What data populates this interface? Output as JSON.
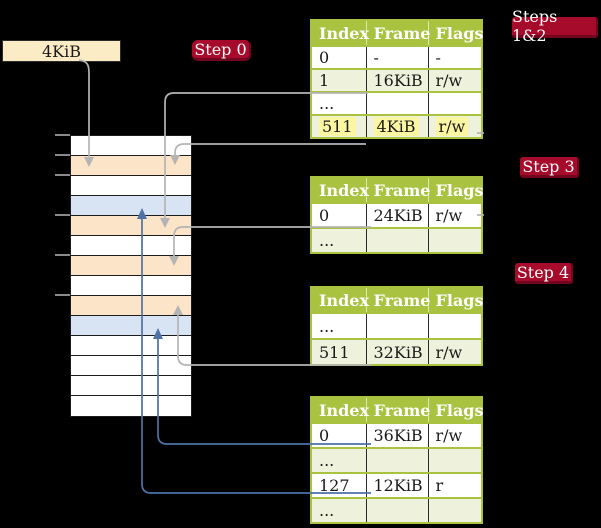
{
  "label_box": {
    "text": "4KiB"
  },
  "badges": {
    "step0": "Step 0",
    "steps12": "Steps 1&2",
    "step3": "Step 3",
    "step4": "Step 4"
  },
  "memory_stack": {
    "row_colors": [
      "white",
      "peach",
      "white",
      "blue",
      "peach",
      "white",
      "peach",
      "white",
      "peach",
      "blue",
      "white",
      "white",
      "white",
      "white"
    ],
    "tick_y": [
      135,
      155,
      175,
      215,
      255,
      295
    ]
  },
  "tables": [
    {
      "headers": [
        "Index",
        "Frame",
        "Flags"
      ],
      "rows": [
        {
          "cells": [
            "0",
            "-",
            "-"
          ],
          "highlight": false
        },
        {
          "cells": [
            "1",
            "16KiB",
            "r/w"
          ],
          "highlight": false
        },
        {
          "cells": [
            "...",
            "",
            ""
          ],
          "highlight": false
        },
        {
          "cells": [
            "511",
            "4KiB",
            "r/w"
          ],
          "highlight": true
        }
      ]
    },
    {
      "headers": [
        "Index",
        "Frame",
        "Flags"
      ],
      "rows": [
        {
          "cells": [
            "0",
            "24KiB",
            "r/w"
          ],
          "highlight": false
        },
        {
          "cells": [
            "...",
            "",
            ""
          ],
          "highlight": false
        }
      ]
    },
    {
      "headers": [
        "Index",
        "Frame",
        "Flags"
      ],
      "rows": [
        {
          "cells": [
            "...",
            "",
            ""
          ],
          "highlight": false
        },
        {
          "cells": [
            "511",
            "32KiB",
            "r/w"
          ],
          "highlight": false
        }
      ]
    },
    {
      "headers": [
        "Index",
        "Frame",
        "Flags"
      ],
      "rows": [
        {
          "cells": [
            "0",
            "36KiB",
            "r/w"
          ],
          "highlight": false
        },
        {
          "cells": [
            "...",
            "",
            ""
          ],
          "highlight": false
        },
        {
          "cells": [
            "127",
            "12KiB",
            "r"
          ],
          "highlight": false
        },
        {
          "cells": [
            "...",
            "",
            ""
          ],
          "highlight": false
        }
      ]
    }
  ],
  "connectors": [
    {
      "color": "gray",
      "from": "4KiB label box",
      "to": "memory row 1 (4KiB page)"
    },
    {
      "color": "gray",
      "from": "table1 index 1 / 16KiB",
      "to": "memory row 4 (16KiB page)"
    },
    {
      "color": "gray",
      "from": "table1 index 511 / 4KiB",
      "to": "memory row 1 (4KiB page)"
    },
    {
      "color": "gray",
      "from": "table2 index 0 / 24KiB",
      "to": "memory row 6 (24KiB page)"
    },
    {
      "color": "gray",
      "from": "table3 index 511 / 32KiB",
      "to": "memory row 8 (32KiB page)"
    },
    {
      "color": "blue",
      "from": "table4 index 0 / 36KiB",
      "to": "memory row 9 (36KiB page)"
    },
    {
      "color": "blue",
      "from": "table4 index 127 / 12KiB",
      "to": "memory row 3 (12KiB page)"
    }
  ],
  "colors": {
    "background": "#000000",
    "table_accent_green": "#a9c23f",
    "table_row_green": "#eef2dc",
    "page_peach": "#fce4c9",
    "page_light_blue": "#d8e4f4",
    "yellow_highlight": "#fbf6a2",
    "badge_red": "#a60b2c",
    "label_box_cream": "#fcecc5",
    "gray_line": "#b4b4b4",
    "blue_line": "#4c72a8"
  }
}
